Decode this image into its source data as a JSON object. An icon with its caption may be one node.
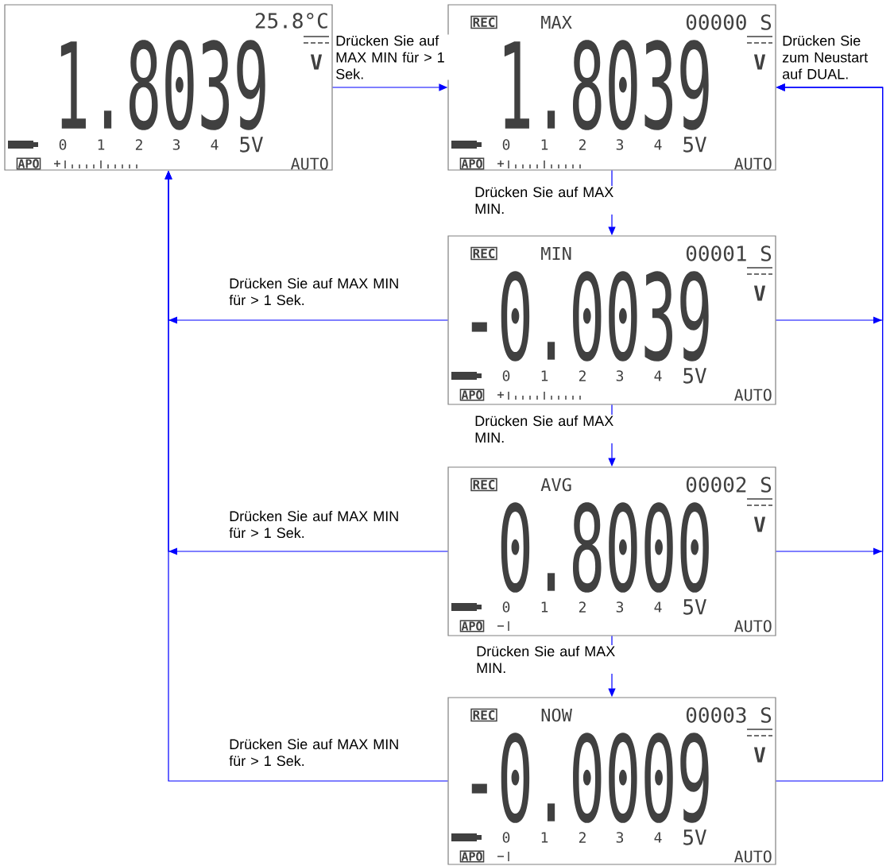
{
  "diagram": {
    "nodes": [
      {
        "text": [
          "25.8°C",
          "1.8039",
          "V",
          "0",
          "1",
          "2",
          "3",
          "4",
          "5V",
          "APO",
          "AUTO"
        ]
      },
      {
        "text": [
          "REC",
          "MAX",
          "00000 S",
          "1.8039",
          "V",
          "0",
          "1",
          "2",
          "3",
          "4",
          "5V",
          "APO",
          "AUTO"
        ]
      },
      {
        "text": [
          "REC",
          "MIN",
          "00001 S",
          "-0.0039",
          "V",
          "0",
          "1",
          "2",
          "3",
          "4",
          "5V",
          "APO",
          "AUTO"
        ]
      },
      {
        "text": [
          "REC",
          "AVG",
          "00002 S",
          "0.8000",
          "V",
          "0",
          "1",
          "2",
          "3",
          "4",
          "5V",
          "APO",
          "AUTO"
        ]
      },
      {
        "text": [
          "REC",
          "NOW",
          "00003 S",
          "-0.0009",
          "V",
          "0",
          "1",
          "2",
          "3",
          "4",
          "5V",
          "APO",
          "AUTO"
        ]
      }
    ],
    "edges": [
      {
        "from": 0,
        "to": 1,
        "arrow": "to",
        "label": "Drücken Sie auf MAX MIN für > 1 Sek."
      },
      {
        "from": 1,
        "to": 2,
        "arrow": "to",
        "label": "Drücken Sie auf MAX MIN."
      },
      {
        "from": 2,
        "to": 3,
        "arrow": "to",
        "label": "Drücken Sie auf MAX MIN."
      },
      {
        "from": 3,
        "to": 4,
        "arrow": "to",
        "label": "Drücken Sie auf MAX MIN."
      },
      {
        "from": 2,
        "to": 0,
        "arrow": "to",
        "label": "Drücken Sie auf MAX MIN für > 1 Sek."
      },
      {
        "from": 3,
        "to": 0,
        "arrow": "to",
        "label": "Drücken Sie auf MAX MIN für > 1 Sek."
      },
      {
        "from": 4,
        "to": 0,
        "arrow": "to",
        "label": "Drücken Sie auf MAX MIN für > 1 Sek."
      },
      {
        "from": 2,
        "to": 1,
        "arrow": "to",
        "label": "Drücken Sie zum Neustart auf DUAL."
      },
      {
        "from": 3,
        "to": 1,
        "arrow": "to"
      },
      {
        "from": 4,
        "to": 1,
        "arrow": "to"
      }
    ]
  }
}
